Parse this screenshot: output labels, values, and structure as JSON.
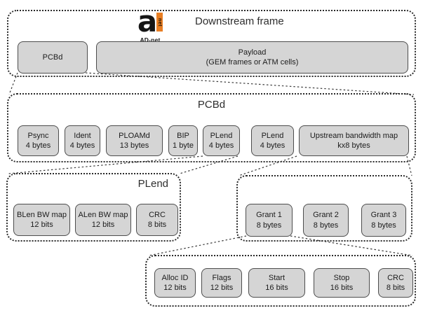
{
  "logo": {
    "glyph": "a",
    "vertical_text": "net",
    "caption": "AD-net",
    "orange": "#e87e23"
  },
  "colors": {
    "box_fill": "#d5d5d5",
    "box_border": "#4d4d4d",
    "outline": "#2b2b2b",
    "connector": "#3a3a3a"
  },
  "frames": {
    "downstream": {
      "title": "Downstream frame",
      "fields": [
        {
          "name": "PCBd",
          "size": ""
        },
        {
          "name": "Payload",
          "size": "(GEM frames or ATM cells)"
        }
      ]
    },
    "pcbd": {
      "title": "PCBd",
      "fields": [
        {
          "name": "Psync",
          "size": "4 bytes"
        },
        {
          "name": "Ident",
          "size": "4 bytes"
        },
        {
          "name": "PLOAMd",
          "size": "13 bytes"
        },
        {
          "name": "BIP",
          "size": "1 byte"
        },
        {
          "name": "PLend",
          "size": "4 bytes"
        },
        {
          "name": "PLend",
          "size": "4 bytes"
        },
        {
          "name": "Upstream bandwidth map",
          "size": "kx8 bytes"
        }
      ]
    },
    "plend": {
      "title": "PLend",
      "fields": [
        {
          "name": "BLen BW map",
          "size": "12 bits"
        },
        {
          "name": "ALen BW map",
          "size": "12 bits"
        },
        {
          "name": "CRC",
          "size": "8 bits"
        }
      ]
    },
    "grants": {
      "fields": [
        {
          "name": "Grant 1",
          "size": "8 bytes"
        },
        {
          "name": "Grant 2",
          "size": "8 bytes"
        },
        {
          "name": "Grant 3",
          "size": "8 bytes"
        }
      ]
    },
    "grant_detail": {
      "fields": [
        {
          "name": "Alloc ID",
          "size": "12 bits"
        },
        {
          "name": "Flags",
          "size": "12 bits"
        },
        {
          "name": "Start",
          "size": "16 bits"
        },
        {
          "name": "Stop",
          "size": "16 bits"
        },
        {
          "name": "CRC",
          "size": "8 bits"
        }
      ]
    }
  }
}
